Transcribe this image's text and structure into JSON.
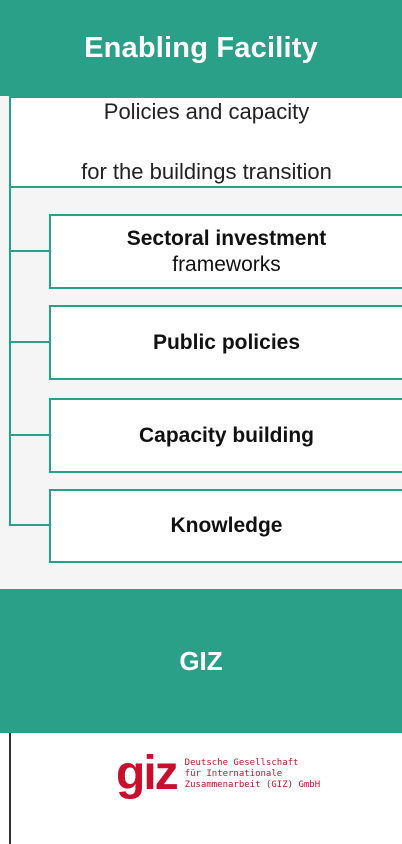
{
  "header": {
    "title": "Enabling Facility"
  },
  "subtitle": {
    "line1": "Policies and capacity",
    "line2": "for the buildings transition"
  },
  "items": [
    {
      "bold": "Sectoral investment",
      "regular": "frameworks"
    },
    {
      "bold": "Public policies",
      "regular": ""
    },
    {
      "bold": "Capacity building",
      "regular": ""
    },
    {
      "bold": "Knowledge",
      "regular": ""
    }
  ],
  "giz": {
    "title": "GIZ"
  },
  "logo": {
    "mark": "giz",
    "lines": [
      "Deutsche Gesellschaft",
      "für Internationale",
      "Zusammenarbeit (GIZ) GmbH"
    ]
  },
  "colors": {
    "teal": "#2aa089",
    "giz_red": "#c8102e"
  }
}
